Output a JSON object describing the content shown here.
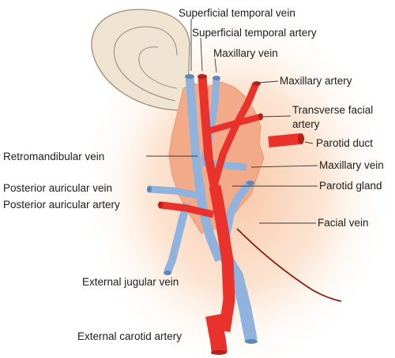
{
  "labels": {
    "superficial_temporal_vein": "Superficial temporal vein",
    "superficial_temporal_artery": "Superficial temporal artery",
    "maxillary_vein_top": "Maxillary vein",
    "maxillary_artery": "Maxillary artery",
    "transverse_facial_artery_1": "Transverse facial",
    "transverse_facial_artery_2": "artery",
    "parotid_duct": "Parotid duct",
    "retromandibular_vein": "Retromandibular vein",
    "maxillary_vein_right": "Maxillary vein",
    "posterior_auricular_vein": "Posterior auricular vein",
    "parotid_gland": "Parotid gland",
    "posterior_auricular_artery": "Posterior auricular artery",
    "facial_vein": "Facial vein",
    "external_jugular_vein": "External jugular vein",
    "external_carotid_artery": "External carotid artery"
  },
  "colors": {
    "artery": "#e8322b",
    "artery_dark": "#b3211c",
    "vein": "#8fb3dc",
    "vein_dark": "#5f86b5",
    "gland": "#f2aa88",
    "glow": "#fbdcc4",
    "ear": "#efe3d2",
    "nerve": "#8a1a12"
  }
}
